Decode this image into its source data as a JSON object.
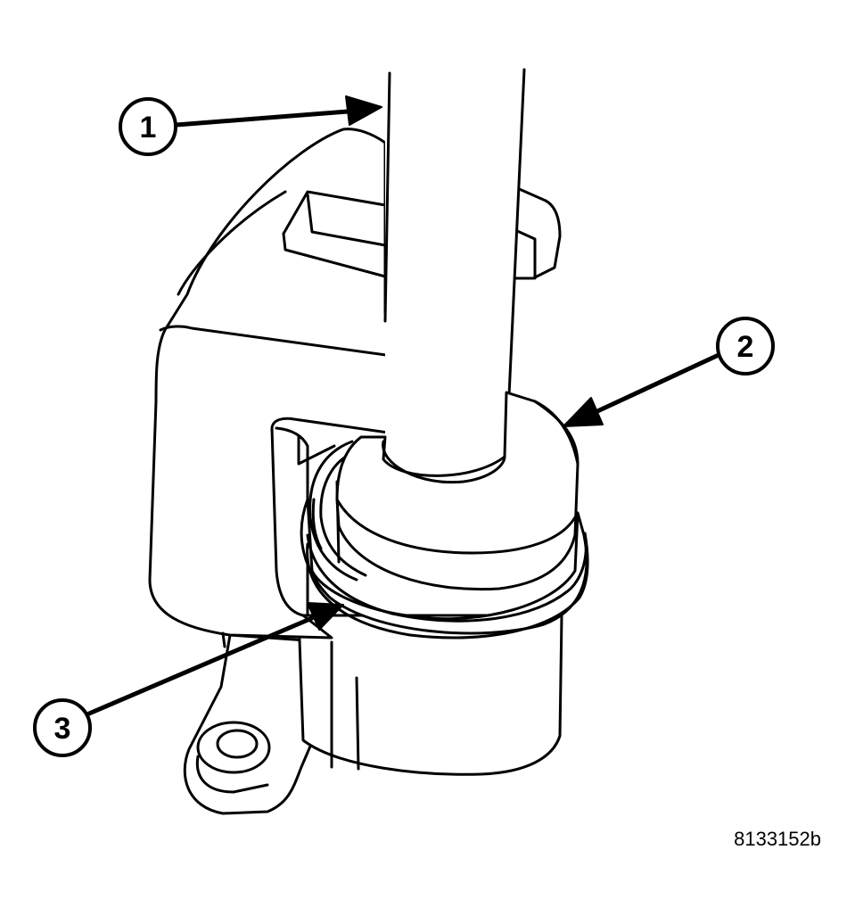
{
  "diagram": {
    "figure_id": "8133152b",
    "callouts": [
      {
        "label": "1"
      },
      {
        "label": "2"
      },
      {
        "label": "3"
      }
    ],
    "colors": {
      "line": "#000000",
      "fill": "#ffffff"
    }
  }
}
